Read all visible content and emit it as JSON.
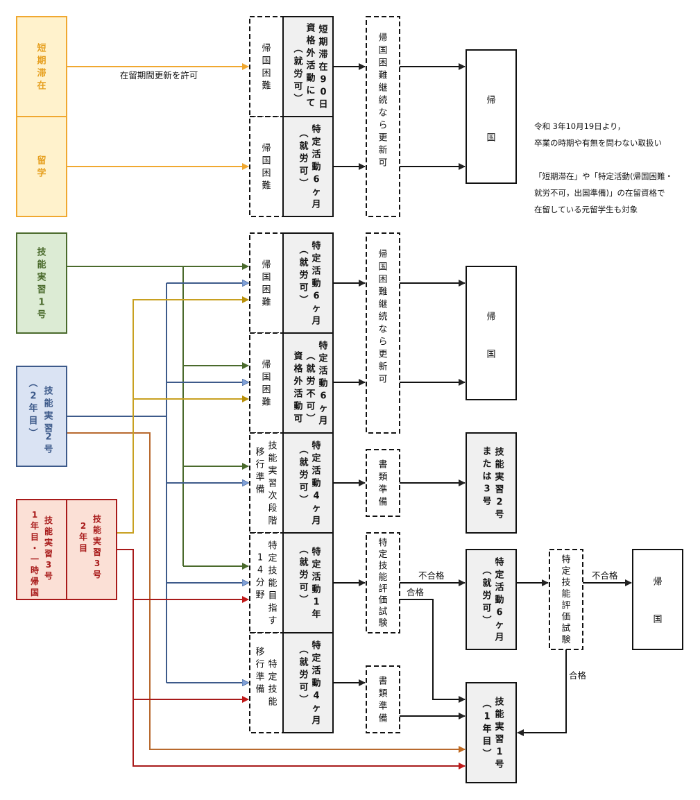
{
  "colors": {
    "orange": "#f0a830",
    "orange_fill": "#fff2cc",
    "orange_text": "#e6a020",
    "green": "#4a6a2c",
    "green_fill": "#dcebd4",
    "blue": "#3d5a8a",
    "blue_fill": "#dae3f3",
    "blue_arrow": "#7fa0d8",
    "gold": "#c8a020",
    "gold_arrow": "#b8900a",
    "brown": "#b8692e",
    "red": "#a81a1a",
    "red_fill": "#fbe0d6",
    "gray_fill": "#f0f0f0",
    "black": "#111111"
  },
  "sources": [
    {
      "id": "short-stay",
      "label": "短期滞在",
      "theme": "orange"
    },
    {
      "id": "student",
      "label": "留学",
      "theme": "orange"
    },
    {
      "id": "tit1",
      "label": "技能実習1号",
      "theme": "green"
    },
    {
      "id": "tit2",
      "label": "技能実習2号",
      "sub": "（2年目）",
      "theme": "blue"
    },
    {
      "id": "tit3-a",
      "label": "技能実習3号",
      "sub": "1年目・一時帰国",
      "theme": "red"
    },
    {
      "id": "tit3-b",
      "label": "技能実習3号",
      "sub": "2年目",
      "theme": "red"
    }
  ],
  "edge_labels": {
    "renewal": "在留期間更新を許可",
    "fail1": "不合格",
    "pass1": "合格",
    "fail2": "不合格",
    "pass2": "合格"
  },
  "reasons": [
    {
      "label": "帰国困難"
    },
    {
      "label": "帰国困難"
    },
    {
      "label": "帰国困難"
    },
    {
      "label": "帰国困難"
    },
    {
      "label": "技能実習次段階",
      "sub": "移行準備"
    },
    {
      "label": "特定技能目指す",
      "sub": "14分野"
    },
    {
      "label": "特定技能",
      "sub": "移行準備"
    }
  ],
  "statuses": [
    {
      "cols": [
        "短期滞在90日",
        "資格外活動にて",
        "（就労可）"
      ]
    },
    {
      "cols": [
        "特定活動6ヶ月",
        "（就労可）"
      ]
    },
    {
      "cols": [
        "特定活動6ヶ月",
        "（就労可）"
      ]
    },
    {
      "cols": [
        "特定活動6ヶ月",
        "（就労不可）",
        "資格外活動可"
      ]
    },
    {
      "cols": [
        "特定活動4ヶ月",
        "（就労可）"
      ]
    },
    {
      "cols": [
        "特定活動1年",
        "（就労可）"
      ]
    },
    {
      "cols": [
        "特定活動4ヶ月",
        "（就労可）"
      ]
    }
  ],
  "steps": [
    {
      "label": "帰国困難継続なら更新可"
    },
    {
      "label": "帰国困難継続なら更新可"
    },
    {
      "label": "書類準備"
    },
    {
      "label": "特定技能評価試験"
    },
    {
      "label": "書類準備"
    }
  ],
  "outcomes": [
    {
      "label": "帰国"
    },
    {
      "label": "帰国"
    },
    {
      "cols": [
        "技能実習2号",
        "または3号"
      ]
    },
    {
      "cols": [
        "特定活動6ヶ月",
        "（就労可）"
      ]
    },
    {
      "cols": [
        "技能実習1号",
        "（1年目）"
      ]
    }
  ],
  "retest": {
    "label": "特定技能評価試験"
  },
  "final_return": {
    "label": "帰国"
  },
  "note": {
    "line1": "令和 3年10月19日より，",
    "line2": "卒業の時期や有無を問わない取扱い",
    "line3": "「短期滞在」や「特定活動(帰国困難・",
    "line4": "就労不可，出国準備)」の在留資格で",
    "line5": "在留している元留学生も対象"
  }
}
